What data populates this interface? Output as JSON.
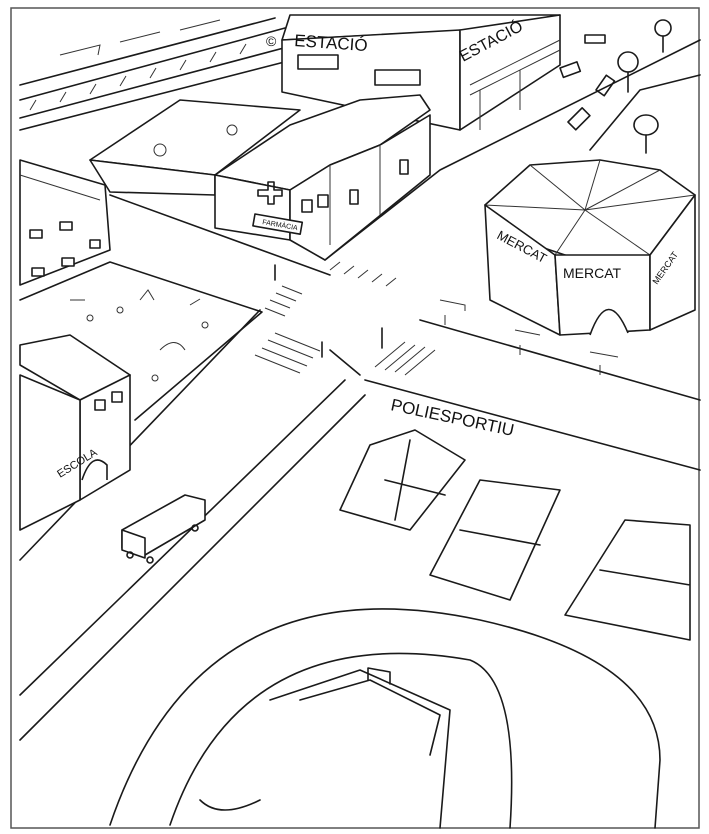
{
  "drawing": {
    "station": {
      "front_label": "ESTACIÓ",
      "side_label": "ESTACIÓ",
      "logo_mark": "©"
    },
    "pharmacy": {
      "label": "FARMÀCIA"
    },
    "market": {
      "labels": [
        "MERCAT",
        "MERCAT",
        "MERCAT"
      ]
    },
    "sports_center": {
      "label": "POLIESPORTIU"
    },
    "school": {
      "label": "ESCOLA"
    }
  }
}
